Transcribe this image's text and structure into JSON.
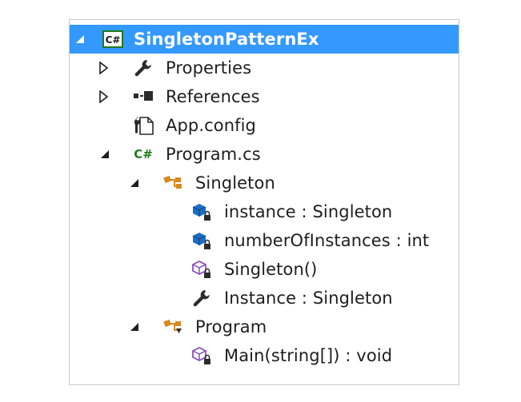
{
  "tree": {
    "project": {
      "label": "SingletonPatternEx",
      "icon": "csharp-project-icon"
    },
    "properties": {
      "label": "Properties",
      "icon": "wrench-icon"
    },
    "references": {
      "label": "References",
      "icon": "references-icon"
    },
    "app_config": {
      "label": "App.config",
      "icon": "config-file-icon"
    },
    "program_cs": {
      "label": "Program.cs",
      "icon": "csharp-file-icon",
      "badge": "C#"
    },
    "singleton_class": {
      "label": "Singleton",
      "icon": "class-icon"
    },
    "instance_field": {
      "label": "instance : Singleton",
      "icon": "private-field-icon"
    },
    "count_field": {
      "label": "numberOfInstances : int",
      "icon": "private-field-icon"
    },
    "ctor": {
      "label": "Singleton()",
      "icon": "private-method-icon"
    },
    "instance_prop": {
      "label": "Instance : Singleton",
      "icon": "property-icon"
    },
    "program_class": {
      "label": "Program",
      "icon": "class-icon"
    },
    "main_method": {
      "label": "Main(string[]) : void",
      "icon": "private-method-icon"
    }
  },
  "project_badge": "C#",
  "colors": {
    "selection": "#3399ff",
    "class_icon": "#d68a1f",
    "field_icon": "#1c6fc2",
    "method_icon": "#8a4fc1",
    "csharp_green": "#1e7a1e"
  }
}
